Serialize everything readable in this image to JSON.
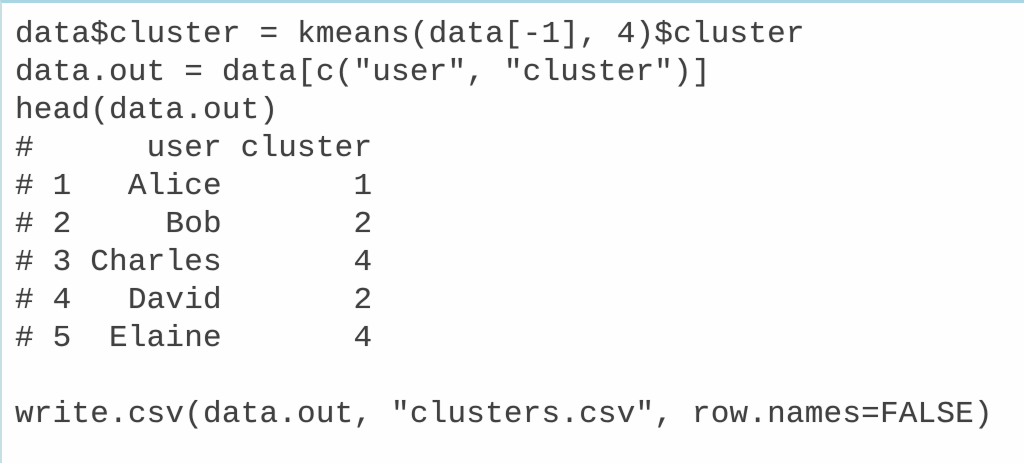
{
  "code_block": {
    "language": "R",
    "colors": {
      "text": "#414141",
      "background": "#fefefe",
      "border_top": "#a9d6e2",
      "border_left": "#c7dee3"
    },
    "lines": [
      "data$cluster = kmeans(data[-1], 4)$cluster",
      "data.out = data[c(\"user\", \"cluster\")]",
      "head(data.out)",
      "#      user cluster",
      "# 1   Alice       1",
      "# 2     Bob       2",
      "# 3 Charles       4",
      "# 4   David       2",
      "# 5  Elaine       4",
      "",
      "write.csv(data.out, \"clusters.csv\", row.names=FALSE)"
    ],
    "output_table": {
      "columns": [
        "user",
        "cluster"
      ],
      "rows": [
        {
          "index": 1,
          "user": "Alice",
          "cluster": 1
        },
        {
          "index": 2,
          "user": "Bob",
          "cluster": 2
        },
        {
          "index": 3,
          "user": "Charles",
          "cluster": 4
        },
        {
          "index": 4,
          "user": "David",
          "cluster": 2
        },
        {
          "index": 5,
          "user": "Elaine",
          "cluster": 4
        }
      ]
    }
  }
}
